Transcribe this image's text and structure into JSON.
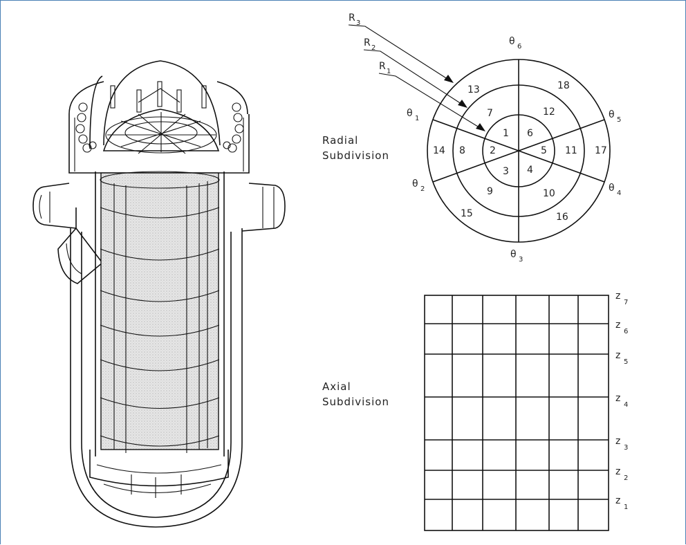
{
  "radial": {
    "title_line1": "Radial",
    "title_line2": "Subdivision",
    "radius_labels": [
      {
        "main": "R",
        "sub": "3"
      },
      {
        "main": "R",
        "sub": "2"
      },
      {
        "main": "R",
        "sub": "1"
      }
    ],
    "theta_labels": [
      {
        "main": "θ",
        "sub": "6"
      },
      {
        "main": "θ",
        "sub": "1"
      },
      {
        "main": "θ",
        "sub": "5"
      },
      {
        "main": "θ",
        "sub": "2"
      },
      {
        "main": "θ",
        "sub": "4"
      },
      {
        "main": "θ",
        "sub": "3"
      }
    ],
    "cells": [
      "1",
      "2",
      "3",
      "4",
      "5",
      "6",
      "7",
      "8",
      "9",
      "10",
      "11",
      "12",
      "13",
      "14",
      "15",
      "16",
      "17",
      "18"
    ]
  },
  "axial": {
    "title_line1": "Axial",
    "title_line2": "Subdivision",
    "z_labels": [
      {
        "main": "z",
        "sub": "7"
      },
      {
        "main": "z",
        "sub": "6"
      },
      {
        "main": "z",
        "sub": "5"
      },
      {
        "main": "z",
        "sub": "4"
      },
      {
        "main": "z",
        "sub": "3"
      },
      {
        "main": "z",
        "sub": "2"
      },
      {
        "main": "z",
        "sub": "1"
      }
    ]
  },
  "colors": {
    "frame": "#4a7fb5",
    "stroke": "#111111",
    "core_fill": "#d9d9d9"
  }
}
